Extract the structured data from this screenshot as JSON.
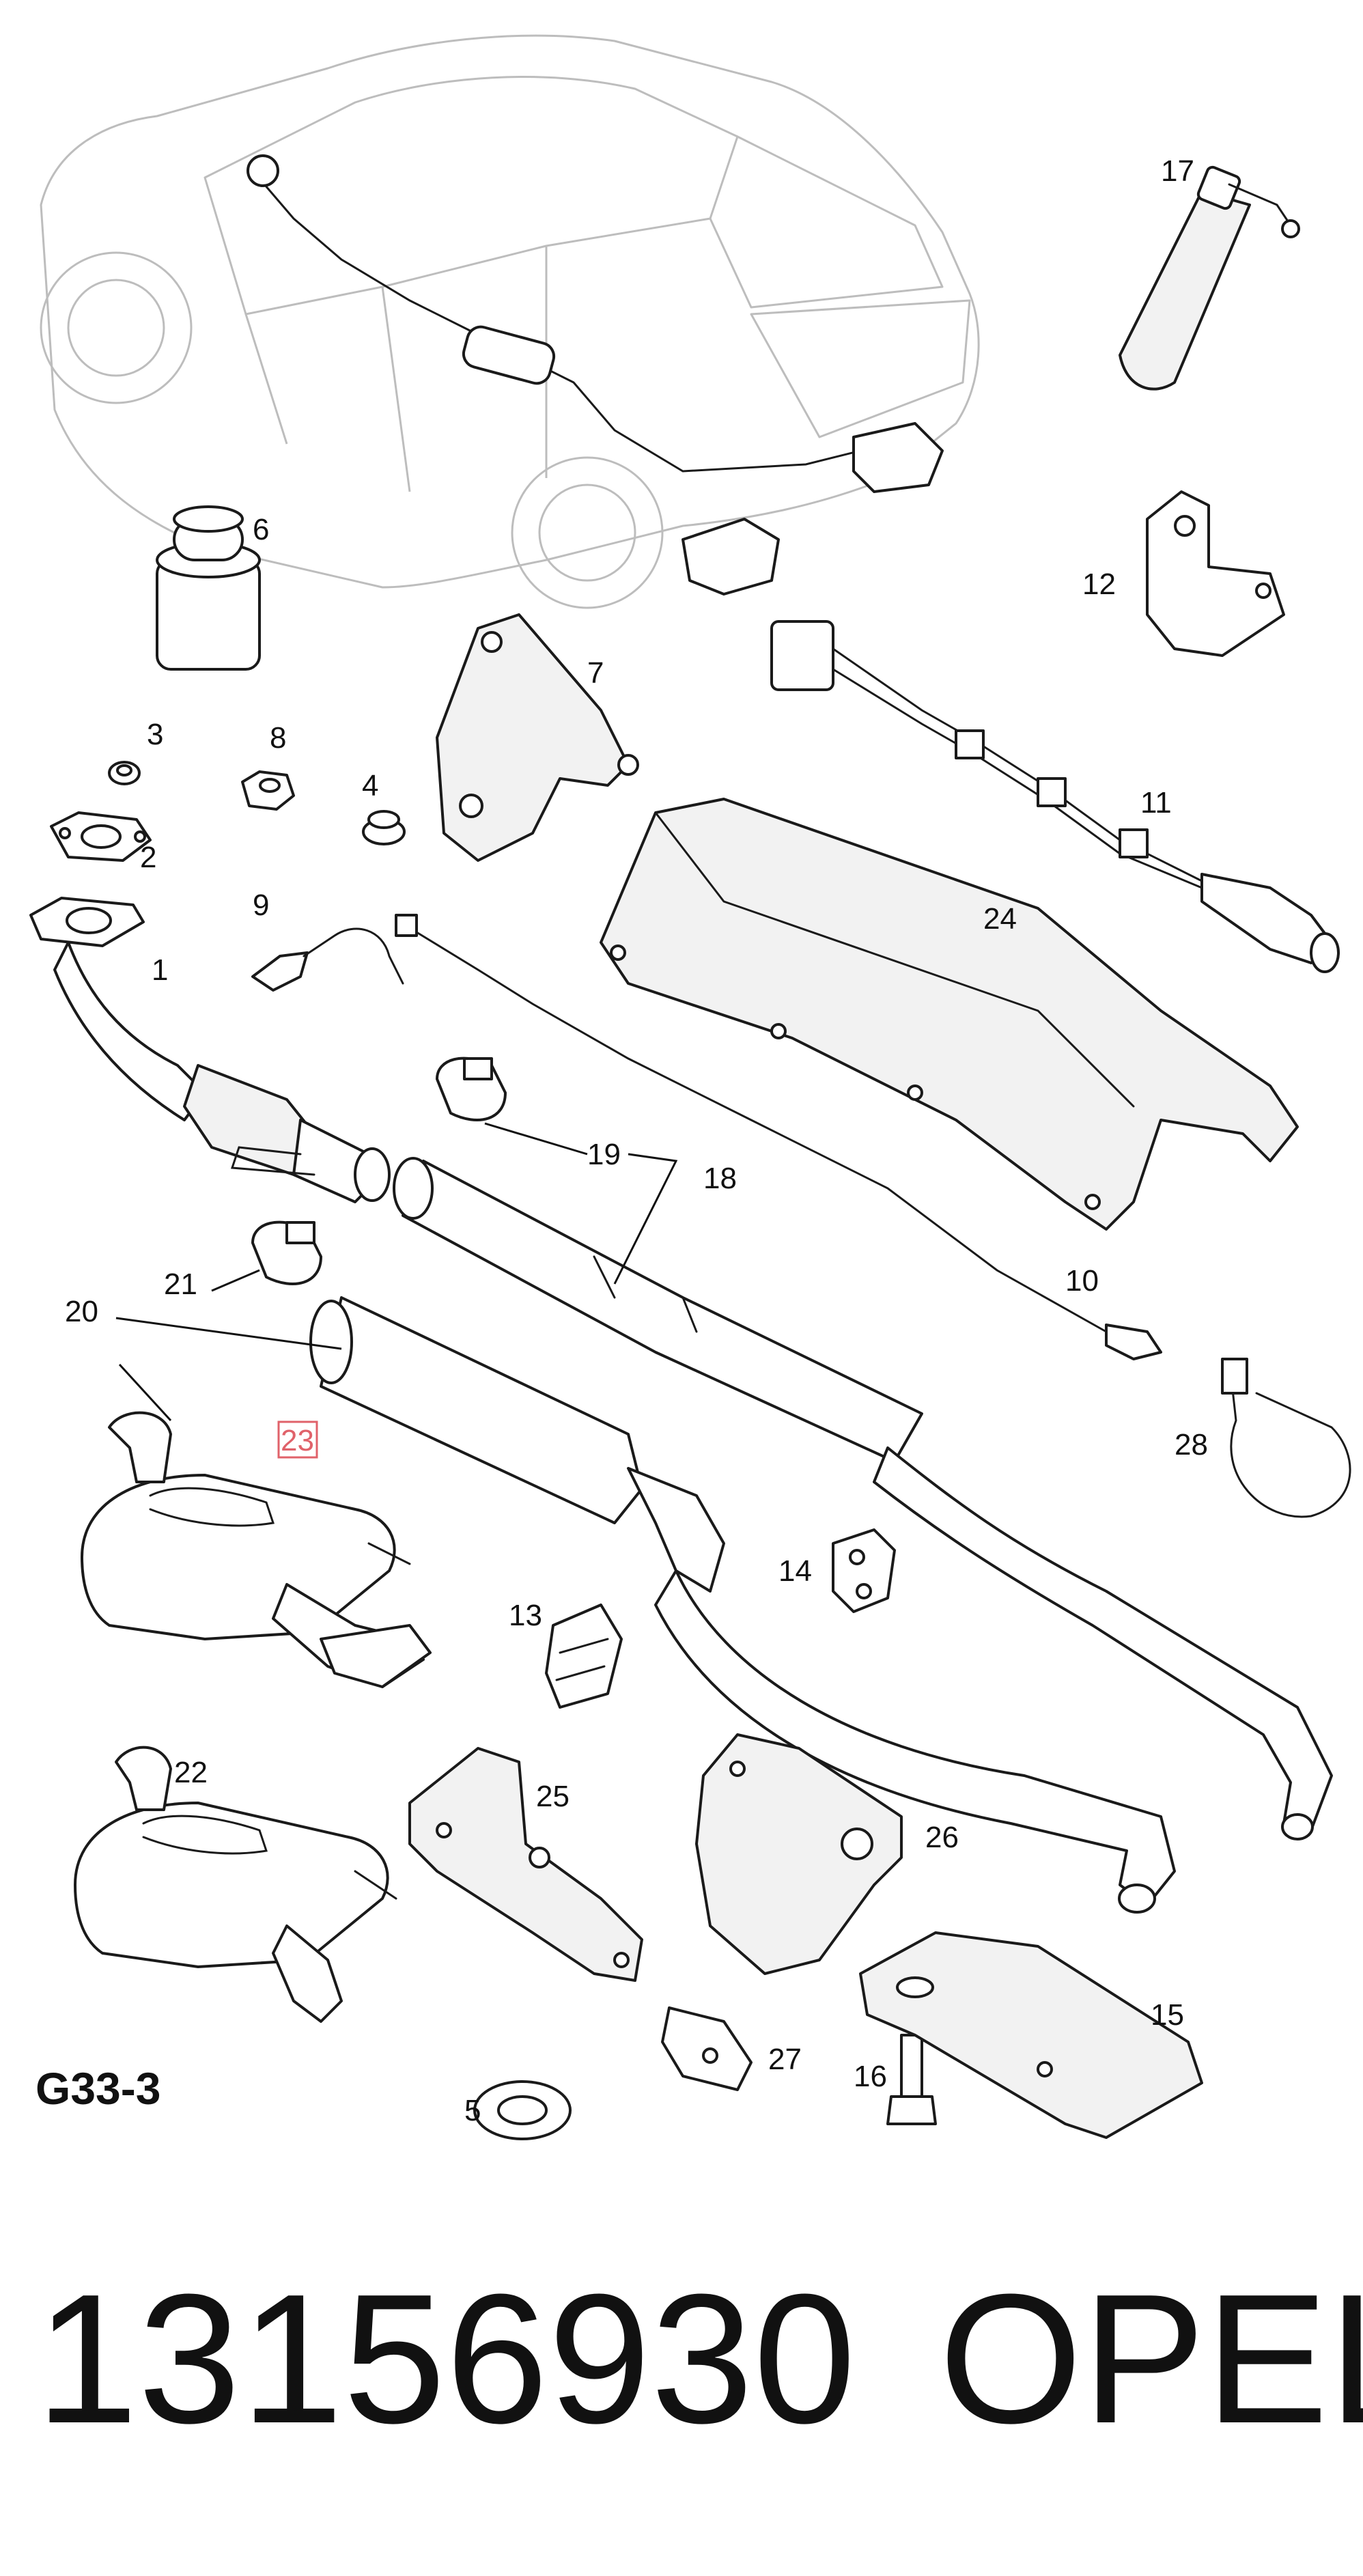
{
  "diagram": {
    "code": "G33-3",
    "part_number": "13156930",
    "brand": "OPEL",
    "highlighted_callout": "23",
    "callouts": [
      "1",
      "2",
      "3",
      "4",
      "5",
      "6",
      "7",
      "8",
      "9",
      "10",
      "11",
      "12",
      "13",
      "14",
      "15",
      "16",
      "17",
      "18",
      "19",
      "20",
      "21",
      "22",
      "23",
      "24",
      "25",
      "26",
      "27",
      "28"
    ],
    "colors": {
      "highlight": "#e0626a",
      "car_outline": "#bdbdbd",
      "line": "#1a1a1a"
    }
  }
}
